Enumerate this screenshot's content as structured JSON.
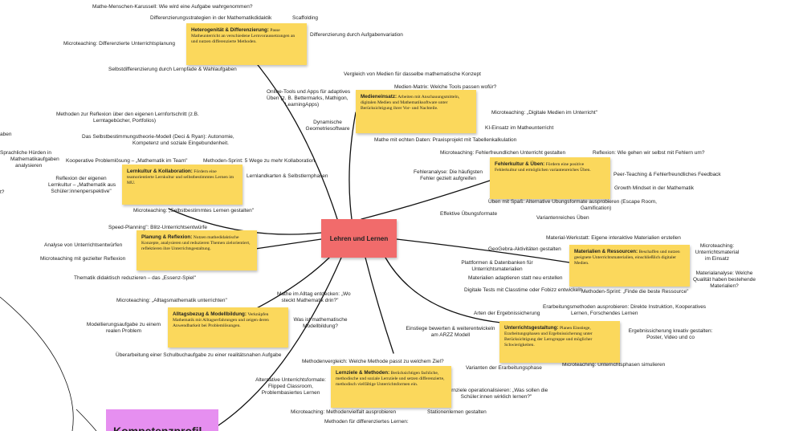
{
  "center": "Lehren und Lernen",
  "kompetenzprofil": "Kompetenzprofil",
  "notes": {
    "heterogenitaet": {
      "title": "Heterogenität & Differenzierung:",
      "text": "Passe Matheunterricht an verschiedene Lernvoraussetzungen an und nutzen differenzierte Methoden."
    },
    "medieneinsatz": {
      "title": "Medieneinsatz:",
      "text": "Arbeiten mit Anschauungsmitteln, digitalen Medien und Mathematiksoftware unter Berücksichtigung ihrer Vor- und Nachteile."
    },
    "fehlerkultur": {
      "title": "Fehlerkultur & Üben:",
      "text": "Fördern eine positive Fehlerkultur und ermöglichen variantenreiches Üben."
    },
    "lernkultur": {
      "title": "Lernkultur & Kollaboration:",
      "text": "Fördern eine teamorientierte Lernkultur und selbstbestimmtes Lernen im MU."
    },
    "planung": {
      "title": "Planung & Reflexion:",
      "text": "Nutzen mathedidaktische Konzepte, analysieren und reduzieren Themen zielorientiert, reflektieren ihre Unterrichtsgestaltung."
    },
    "materialien": {
      "title": "Materialien & Ressourcen:",
      "text": "Beschaffen und nutzen geeignete Unterrichtsmaterialien, einschließlich digitaler Medien."
    },
    "alltagsbezug": {
      "title": "Alltagsbezug & Modellbildung:",
      "text": "Verknüpfen Mathematik mit Alltagserfahrungen und zeigen deren Anwendbarkeit bei Problemlösungen."
    },
    "unterrichtsgestaltung": {
      "title": "Unterrichtsgestaltung:",
      "text": "Planen Einstiege, Erarbeitungsphasen und Ergebnissicherung unter Berücksichtigung der Lerngruppe und möglicher Schwierigkeiten."
    },
    "lernziele": {
      "title": "Lernziele & Methoden:",
      "text": "Berücksichtigen fachliche, methodische und soziale Lernziele und setzen differenzierte, methodisch vielfältige Unterrichtsformen ein."
    }
  },
  "labels": {
    "t1": "Mathe-Menschen-Karussell: Wie wird eine Aufgabe wahrgenommen?",
    "t2": "Differenzierungsstrategien in der Mathematikdidaktik",
    "t3": "Scaffolding",
    "t4": "Microteaching: Differenzierte Unterrichtsplanung",
    "t5": "Differenzierung durch Aufgabenvariation",
    "t6": "Selbstdifferenzierung durch Lernpfade & Wahlaufgaben",
    "t7": "Vergleich von Medien für dasselbe mathematische Konzept",
    "t8": "Medien-Matrix: Welche Tools passen wofür?",
    "t9a": "Online-Tools und Apps für adaptives",
    "t9b": "Üben (z. B. Bettermarks, Mathigon,",
    "t9c": "LearningApps)",
    "t10a": "Methoden zur Reflexion über den eigenen Lernfortschritt (z.B.",
    "t10b": "Lerntagebücher, Portfolios)",
    "t11a": "Dynamische",
    "t11b": "Geometriesoftware",
    "t12": "Microteaching: „Digitale Medien im Unterricht\"",
    "t13": "KI-Einsatz im Matheunterricht",
    "t14a": "Das Selbstbestimmungstheorie-Modell (Deci & Ryan): Autonomie,",
    "t14b": "Kompetenz und soziale Eingebundenheit.",
    "t15": "Mathe mit echten Daten: Praxisprojekt mit Tabellenkalkulation",
    "t16": "Microteaching: Fehlerfreundlichen Unterricht gestalten",
    "t17": "Reflexion: Wie gehen wir selbst mit Fehlern um?",
    "t18": "Kooperative Problemlösung – „Mathematik im Team\"",
    "t19": "Methoden-Sprint: 5 Wege zu mehr Kollaboration",
    "t20a": "Fehleranalyse: Die häufigsten",
    "t20b": "Fehler gezielt aufgreifen",
    "t21": "Lernlandkarten & Selbstlernphasen",
    "t22a": "Reflexion der eigenen",
    "t22b": "Lernkultur – „Mathematik aus",
    "t22c": "Schüler:innenperspektive\"",
    "t23": "Peer-Teaching & Fehlerfreundliches Feedback",
    "t24": "Growth Mindset in der Mathematik",
    "t25a": "Üben mit Spaß: Alternative Übungsformate ausprobieren (Escape Room,",
    "t25b": "Gamification)",
    "t26": "Microteaching: „Selbstbestimmtes Lernen gestalten\"",
    "t27": "Effektive Übungsformate",
    "t28": "Variantenreiches Üben",
    "t29": "Speed-Planning\": Blitz-Unterrichtsentwürfe",
    "t30": "Material-Werkstatt: Eigene interaktive Materialien erstellen",
    "t31": "Analyse von Unterrichtsentwürfen",
    "t32": "GeoGebra-Aktivitäten gestalten",
    "t33a": "Microteaching:",
    "t33b": "Unterrichtsmaterial",
    "t33c": "im Einsatz",
    "t34": "Microteaching mit gezielter Reflexion",
    "t35a": "Plattformen & Datenbanken für",
    "t35b": "Unterrichtsmaterialien",
    "t36a": "Materialanalyse: Welche",
    "t36b": "Qualität haben bestehende",
    "t36c": "Materialien?",
    "t37": "Thematik didaktisch reduzieren – das „Essenz-Spiel\"",
    "t38": "Materialien adaptieren statt neu erstellen",
    "t39a": "Mathe im Alltag entdecken: „Wo",
    "t39b": "steckt Mathematik drin?\"",
    "t40": "Digitale Tests mit Classtime oder Fobizz entwickeln",
    "t41": "Methoden-Sprint: „Finde die beste Ressource\"",
    "t42": "Microteaching: „Alltagsmathematik unterrichten\"",
    "t43": "Arten der Ergebnissicherung",
    "t44a": "Erarbeitungsmethoden ausprobieren: Direkte Instruktion, Kooperatives",
    "t44b": "Lernen, Forschendes Lernen",
    "t45a": "Was ist mathematische",
    "t45b": "Modellbildung?",
    "t46a": "Modellierungsaufgabe zu einem",
    "t46b": "realen Problem",
    "t47a": "Einstiege bewerten & weiterentwickeln",
    "t47b": "am ARZZ Modell",
    "t48a": "Ergebnissicherung kreativ gestalten:",
    "t48b": "Poster, Video und co",
    "t49": "Überarbeitung einer Schulbuchaufgabe zu einer realitätsnahen Aufgabe",
    "t50": "Methodenvergleich: Welche Methode passt zu welchem Ziel?",
    "t51": "Varianten der Erarbeitungsphase",
    "t52": "Microteaching: Unterrichtsphasen simulieren",
    "t53a": "Alternative Unterrichtsformate:",
    "t53b": "Flipped Classroom,",
    "t53c": "Problembasiertes Lernen",
    "t54a": "Lernziele operationalisieren: „Was sollen die",
    "t54b": "Schüler:innen wirklich lernen?\"",
    "t55": "Microteaching: Methodenvielfalt ausprobieren",
    "t56": "Stationenlernen gestalten",
    "t57": "Methoden für differenziertes Lernen:",
    "e1": "aben",
    "e2": "Sprachliche Hürden in",
    "e3": "Mathematikaufgaben",
    "e4": "analysieren",
    "e5": "t?"
  }
}
